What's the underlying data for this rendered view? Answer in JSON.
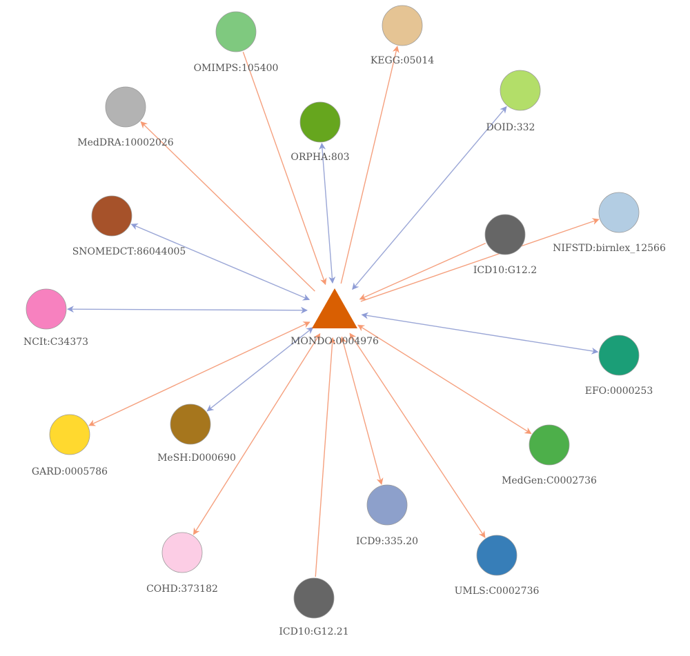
{
  "center": {
    "label": "MONDO:0004976",
    "color": "#d95f02"
  },
  "edge_colors": {
    "orange": "#f79a73",
    "blue": "#8e9cd6"
  },
  "nodes": [
    {
      "id": "omimps",
      "label": "OMIMPS:105400",
      "color": "#7fc97f",
      "edge": "orange",
      "toward": "center"
    },
    {
      "id": "kegg",
      "label": "KEGG:05014",
      "color": "#e5c494",
      "edge": "orange",
      "toward": "node"
    },
    {
      "id": "doid",
      "label": "DOID:332",
      "color": "#b3de69",
      "edge": "blue",
      "toward": "both"
    },
    {
      "id": "meddra",
      "label": "MedDRA:10002026",
      "color": "#b3b3b3",
      "edge": "orange",
      "toward": "node"
    },
    {
      "id": "orpha",
      "label": "ORPHA:803",
      "color": "#66a61e",
      "edge": "blue",
      "toward": "both"
    },
    {
      "id": "nifstd",
      "label": "NIFSTD:birnlex_12566",
      "color": "#b3cde3",
      "edge": "orange",
      "toward": "node"
    },
    {
      "id": "icd10a",
      "label": "ICD10:G12.2",
      "color": "#666666",
      "edge": "orange",
      "toward": "center"
    },
    {
      "id": "snomed",
      "label": "SNOMEDCT:86044005",
      "color": "#a6522a",
      "edge": "blue",
      "toward": "both"
    },
    {
      "id": "ncit",
      "label": "NCIt:C34373",
      "color": "#f781bf",
      "edge": "blue",
      "toward": "both"
    },
    {
      "id": "efo",
      "label": "EFO:0000253",
      "color": "#1b9e77",
      "edge": "blue",
      "toward": "both"
    },
    {
      "id": "gard",
      "label": "GARD:0005786",
      "color": "#ffd92f",
      "edge": "orange",
      "toward": "both"
    },
    {
      "id": "mesh",
      "label": "MeSH:D000690",
      "color": "#a6761d",
      "edge": "blue",
      "toward": "both"
    },
    {
      "id": "medgen",
      "label": "MedGen:C0002736",
      "color": "#4daf4a",
      "edge": "orange",
      "toward": "both"
    },
    {
      "id": "icd9",
      "label": "ICD9:335.20",
      "color": "#8da0cb",
      "edge": "orange",
      "toward": "both"
    },
    {
      "id": "cohd",
      "label": "COHD:373182",
      "color": "#fccde5",
      "edge": "orange",
      "toward": "both"
    },
    {
      "id": "umls",
      "label": "UMLS:C0002736",
      "color": "#377eb8",
      "edge": "orange",
      "toward": "both"
    },
    {
      "id": "icd10b",
      "label": "ICD10:G12.21",
      "color": "#666666",
      "edge": "orange",
      "toward": "center"
    }
  ]
}
